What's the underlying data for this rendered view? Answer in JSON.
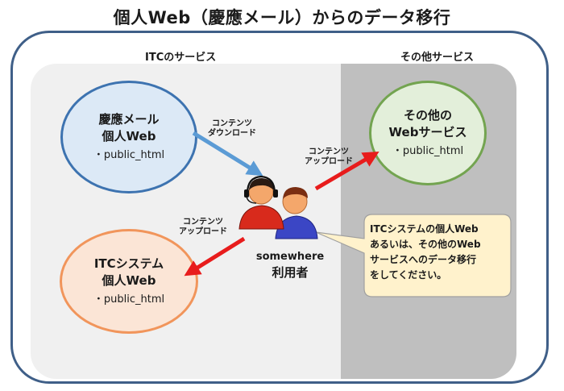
{
  "title": "個人Web（慶應メール）からのデータ移行",
  "sections": {
    "itc": "ITCのサービス",
    "other": "その他サービス"
  },
  "keio_circle": {
    "line1": "慶應メール",
    "line2": "個人Web",
    "folder": "・public_html"
  },
  "other_circle": {
    "line1": "その他の",
    "line2": "Webサービス",
    "folder": "・public_html"
  },
  "itc_circle": {
    "line1": "ITCシステム",
    "line2": "個人Web",
    "folder": "・public_html"
  },
  "arrows": {
    "download_line1": "コンテンツ",
    "download_line2": "ダウンロード",
    "upload_other_line1": "コンテンツ",
    "upload_other_line2": "アップロード",
    "upload_itc_line1": "コンテンツ",
    "upload_itc_line2": "アップロード",
    "colors": {
      "download": "#5b9bd5",
      "upload": "#e81c1c"
    }
  },
  "user": {
    "name_en": "somewhere",
    "name_ja": "利用者",
    "icon": "users-icon"
  },
  "callout": {
    "line1": "ITCシステムの個人Web",
    "line2": "あるいは、その他のWeb",
    "line3": "サービスへのデータ移行",
    "line4": "をしてください。"
  }
}
